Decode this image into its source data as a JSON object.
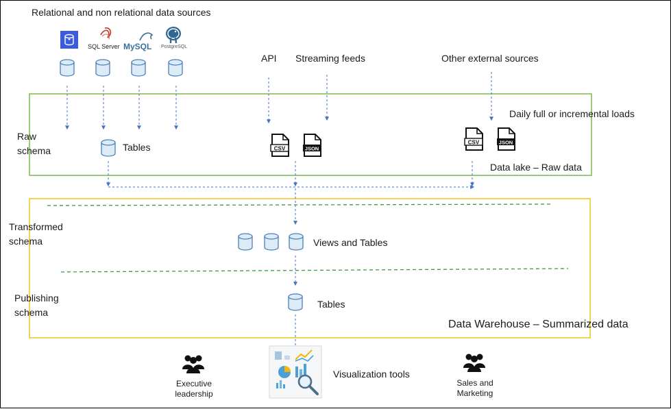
{
  "sources": {
    "title": "Relational  and non relational data sources",
    "logos": [
      {
        "name": "azure-sql-logo",
        "text": ""
      },
      {
        "name": "sql-server-logo",
        "text": "SQL Server"
      },
      {
        "name": "mysql-logo",
        "text": "MySQL"
      },
      {
        "name": "postgresql-logo",
        "text": "PostgreSQL"
      }
    ],
    "api_label": "API",
    "streaming_label": "Streaming feeds",
    "other_label": "Other external sources"
  },
  "raw": {
    "schema_label": [
      "Raw",
      "schema"
    ],
    "tables_label": "Tables",
    "loads_label": "Daily full or incremental loads",
    "lake_label": "Data lake – Raw data",
    "file_types": [
      "CSV",
      "JSON"
    ],
    "border_color": "#7cb84a"
  },
  "warehouse": {
    "transformed_label": [
      "Transformed",
      "schema"
    ],
    "views_label": "Views and Tables",
    "publishing_label": [
      "Publishing",
      "schema"
    ],
    "tables_label": "Tables",
    "title": "Data Warehouse – Summarized data",
    "border_color": "#f2c21b",
    "divider_color": "#3b9a3b"
  },
  "consumers": {
    "executive_label": [
      "Executive",
      "leadership"
    ],
    "visualization_label": "Visualization tools",
    "sales_label": [
      "Sales and",
      "Marketing"
    ]
  },
  "colors": {
    "arrow": "#4472c4",
    "db_fill": "#ddebf7",
    "db_stroke": "#4a7ebb"
  }
}
